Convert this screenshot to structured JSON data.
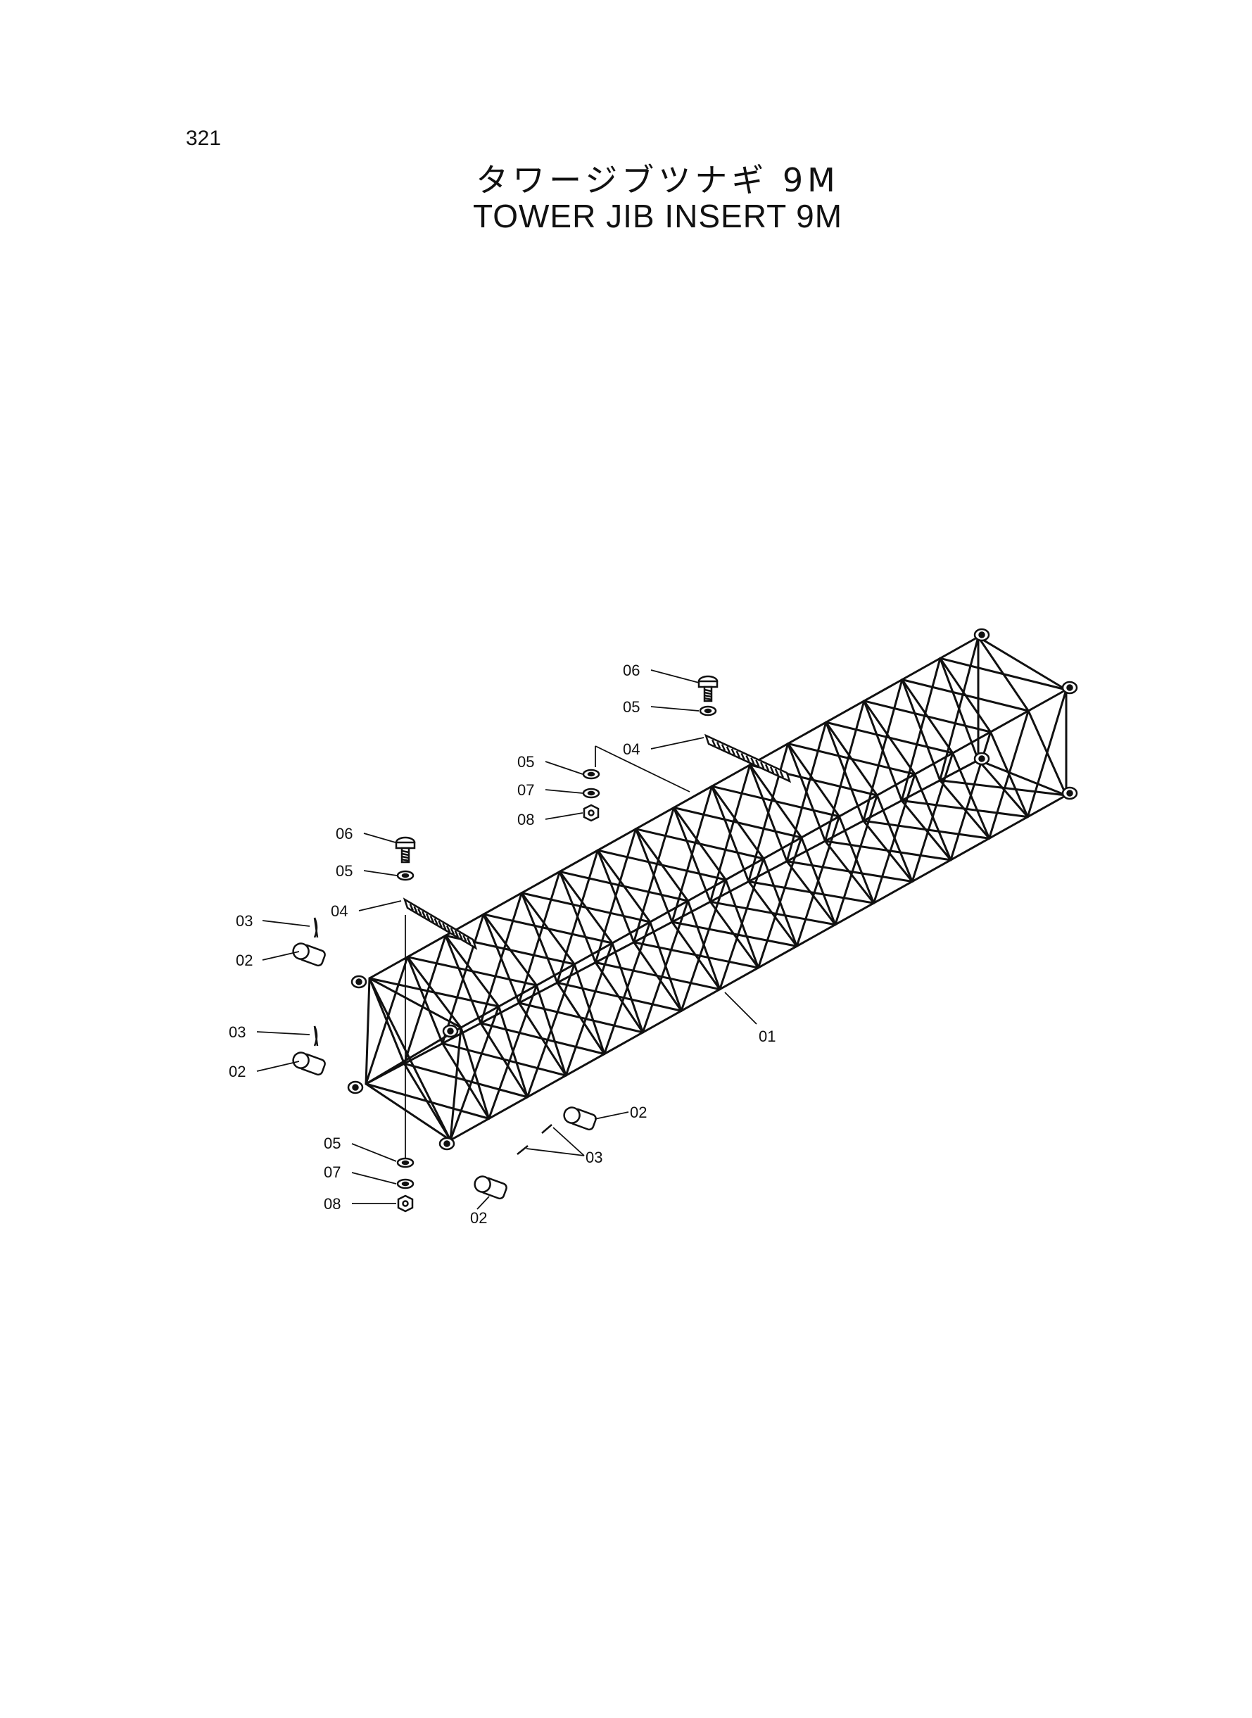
{
  "page": {
    "number": "321"
  },
  "title": {
    "japanese": "タワージブツナギ 9M",
    "english": "TOWER JIB INSERT 9M"
  },
  "callouts": [
    {
      "id": "c-06-top",
      "label": "06"
    },
    {
      "id": "c-05-top",
      "label": "05"
    },
    {
      "id": "c-04-top",
      "label": "04"
    },
    {
      "id": "c-05-mid",
      "label": "05"
    },
    {
      "id": "c-07-mid",
      "label": "07"
    },
    {
      "id": "c-08-mid",
      "label": "08"
    },
    {
      "id": "c-06-left",
      "label": "06"
    },
    {
      "id": "c-05-left",
      "label": "05"
    },
    {
      "id": "c-04-left",
      "label": "04"
    },
    {
      "id": "c-03-upper",
      "label": "03"
    },
    {
      "id": "c-02-upper",
      "label": "02"
    },
    {
      "id": "c-03-lower",
      "label": "03"
    },
    {
      "id": "c-02-lower",
      "label": "02"
    },
    {
      "id": "c-01",
      "label": "01"
    },
    {
      "id": "c-02-right",
      "label": "02"
    },
    {
      "id": "c-03-right",
      "label": "03"
    },
    {
      "id": "c-02-bottom",
      "label": "02"
    },
    {
      "id": "c-05-bottom",
      "label": "05"
    },
    {
      "id": "c-07-bottom",
      "label": "07"
    },
    {
      "id": "c-08-bottom",
      "label": "08"
    }
  ],
  "colors": {
    "ink": "#111111",
    "paper": "#ffffff"
  }
}
